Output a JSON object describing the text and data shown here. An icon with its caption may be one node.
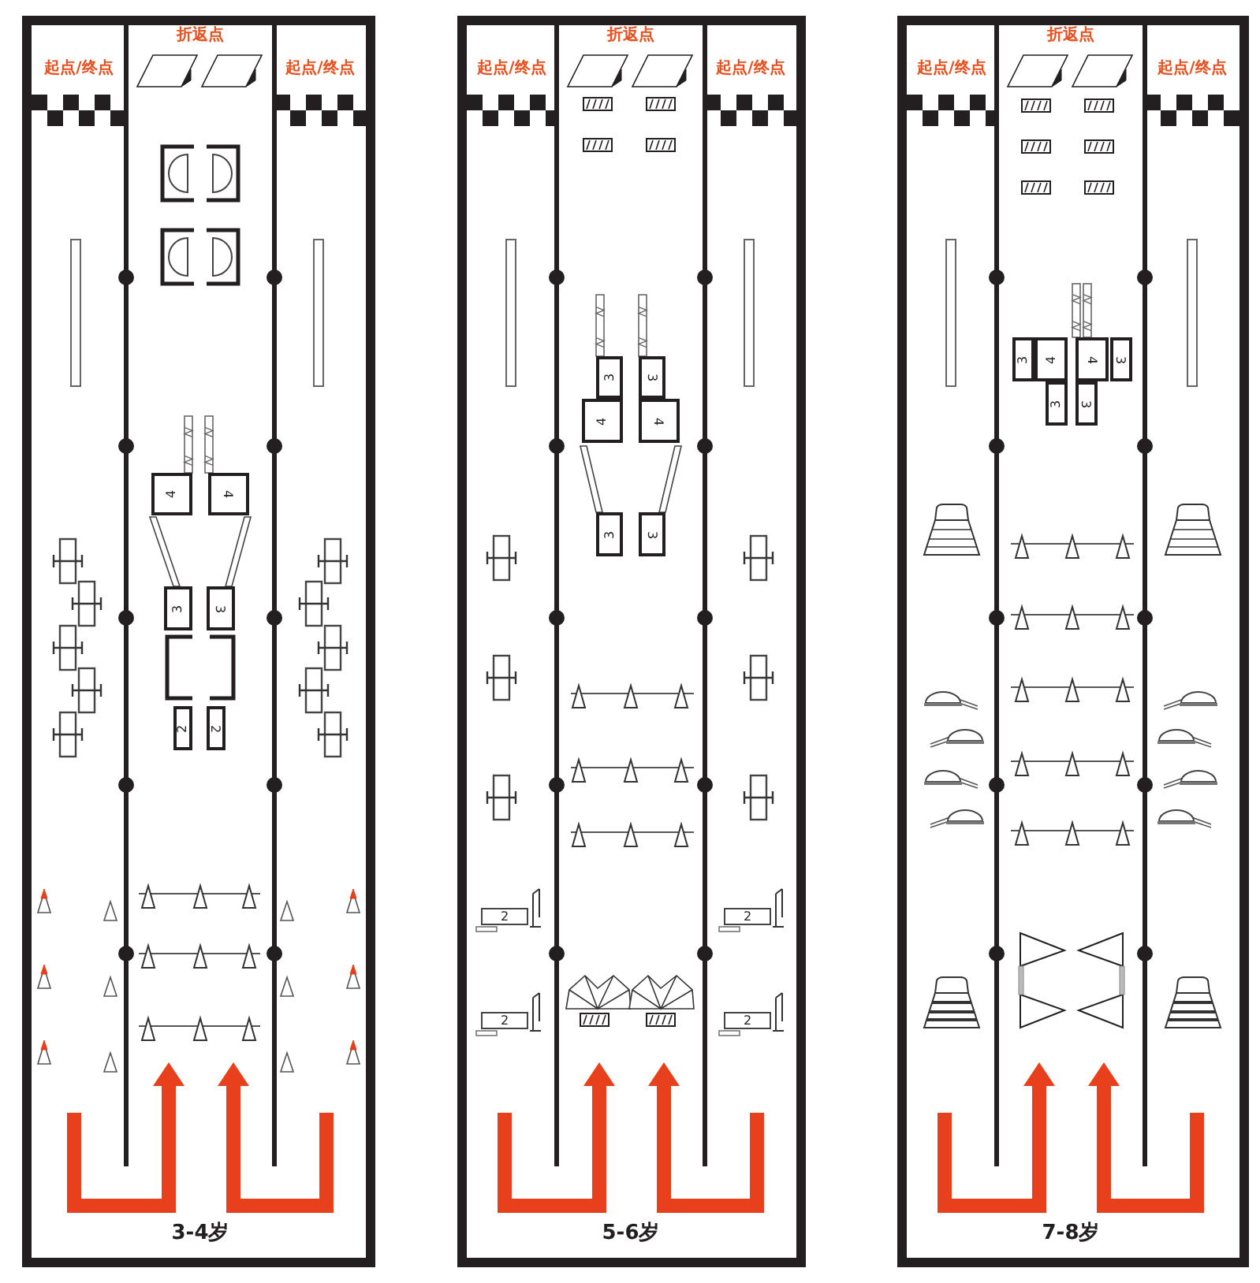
{
  "diagram": {
    "nodes": [
      {
        "text": [
          "折返点",
          "起点/终点",
          "起点/终点",
          "3-4岁"
        ]
      },
      {
        "text": [
          "4"
        ],
        "in": 0
      },
      {
        "text": [
          "4"
        ],
        "in": 0
      },
      {
        "text": [
          "3"
        ],
        "in": 0
      },
      {
        "text": [
          "3"
        ],
        "in": 0
      },
      {
        "text": [
          "2"
        ],
        "in": 0
      },
      {
        "text": [
          "2"
        ],
        "in": 0
      },
      {
        "text": [
          "折返点",
          "起点/终点",
          "起点/终点",
          "5-6岁"
        ]
      },
      {
        "text": [
          "3"
        ],
        "in": 7
      },
      {
        "text": [
          "3"
        ],
        "in": 7
      },
      {
        "text": [
          "4"
        ],
        "in": 7
      },
      {
        "text": [
          "4"
        ],
        "in": 7
      },
      {
        "text": [
          "3"
        ],
        "in": 7
      },
      {
        "text": [
          "3"
        ],
        "in": 7
      },
      {
        "text": [
          "2"
        ],
        "in": 7
      },
      {
        "text": [
          "2"
        ],
        "in": 7
      },
      {
        "text": [
          "2"
        ],
        "in": 7
      },
      {
        "text": [
          "2"
        ],
        "in": 7
      },
      {
        "text": [
          "折返点",
          "起点/终点",
          "起点/终点",
          "7-8岁"
        ]
      },
      {
        "text": [
          "3"
        ],
        "in": 18
      },
      {
        "text": [
          "4"
        ],
        "in": 18
      },
      {
        "text": [
          "4"
        ],
        "in": 18
      },
      {
        "text": [
          "3"
        ],
        "in": 18
      },
      {
        "text": [
          "3"
        ],
        "in": 18
      },
      {
        "text": [
          "3"
        ],
        "in": 18
      }
    ]
  }
}
